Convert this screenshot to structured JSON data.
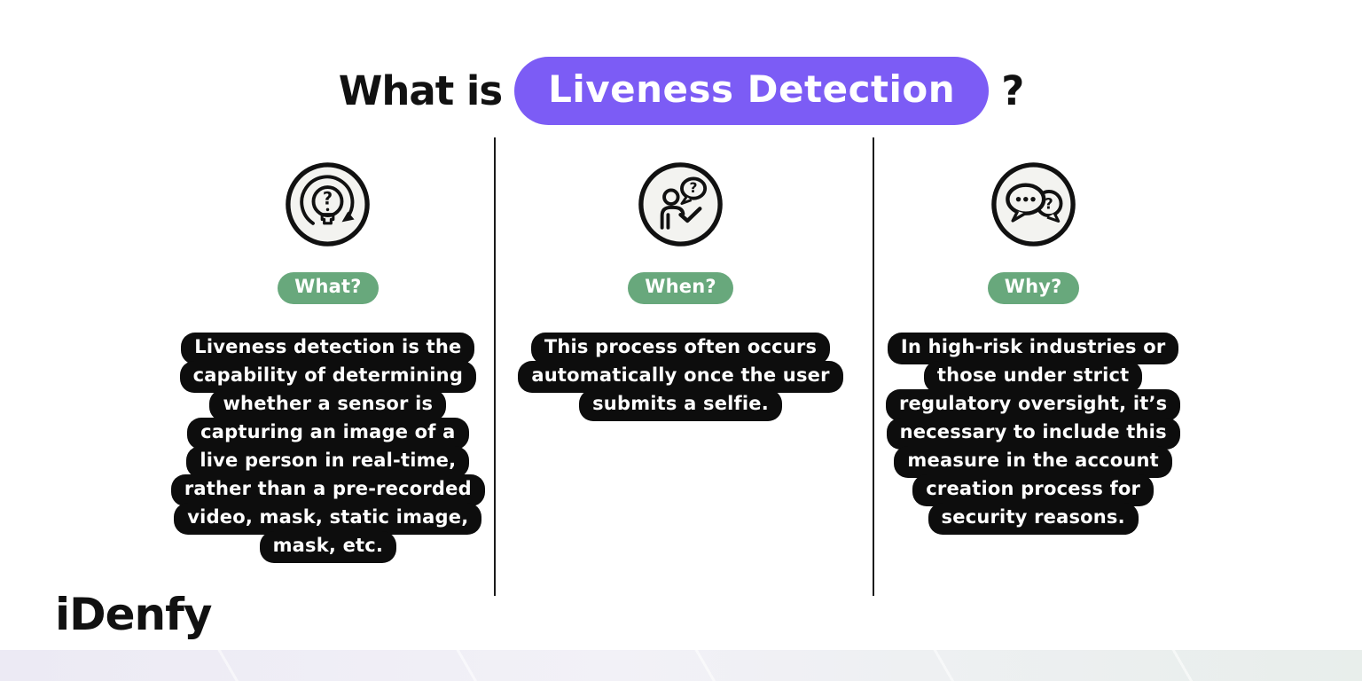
{
  "title": {
    "prefix": "What is",
    "highlight": "Liveness Detection",
    "suffix": "?"
  },
  "colors": {
    "accent_purple": "#7C5CF5",
    "badge_green": "#68A87C",
    "bubble_black": "#0D0D0D",
    "icon_fill": "#F3F3F0",
    "band_left": "#ECEAF4",
    "band_right": "#E8EEEB",
    "divider": "#1A1A1A"
  },
  "columns": [
    {
      "icon": "lightbulb-question-icon",
      "badge": "What?",
      "lines": [
        "Liveness detection is the",
        "capability of determining",
        "whether a sensor is",
        "capturing an image of a",
        "live person in real-time,",
        "rather than a pre-recorded",
        "video, mask, static image,",
        "mask, etc."
      ]
    },
    {
      "icon": "person-question-icon",
      "badge": "When?",
      "lines": [
        "This process often occurs",
        "automatically once the user",
        "submits a selfie."
      ]
    },
    {
      "icon": "chat-bubbles-question-icon",
      "badge": "Why?",
      "lines": [
        "In high-risk industries or",
        "those under strict",
        "regulatory oversight, it’s",
        "necessary to include this",
        "measure in the account",
        "creation process for",
        "security reasons."
      ]
    }
  ],
  "logo": {
    "text": "iDenfy"
  }
}
